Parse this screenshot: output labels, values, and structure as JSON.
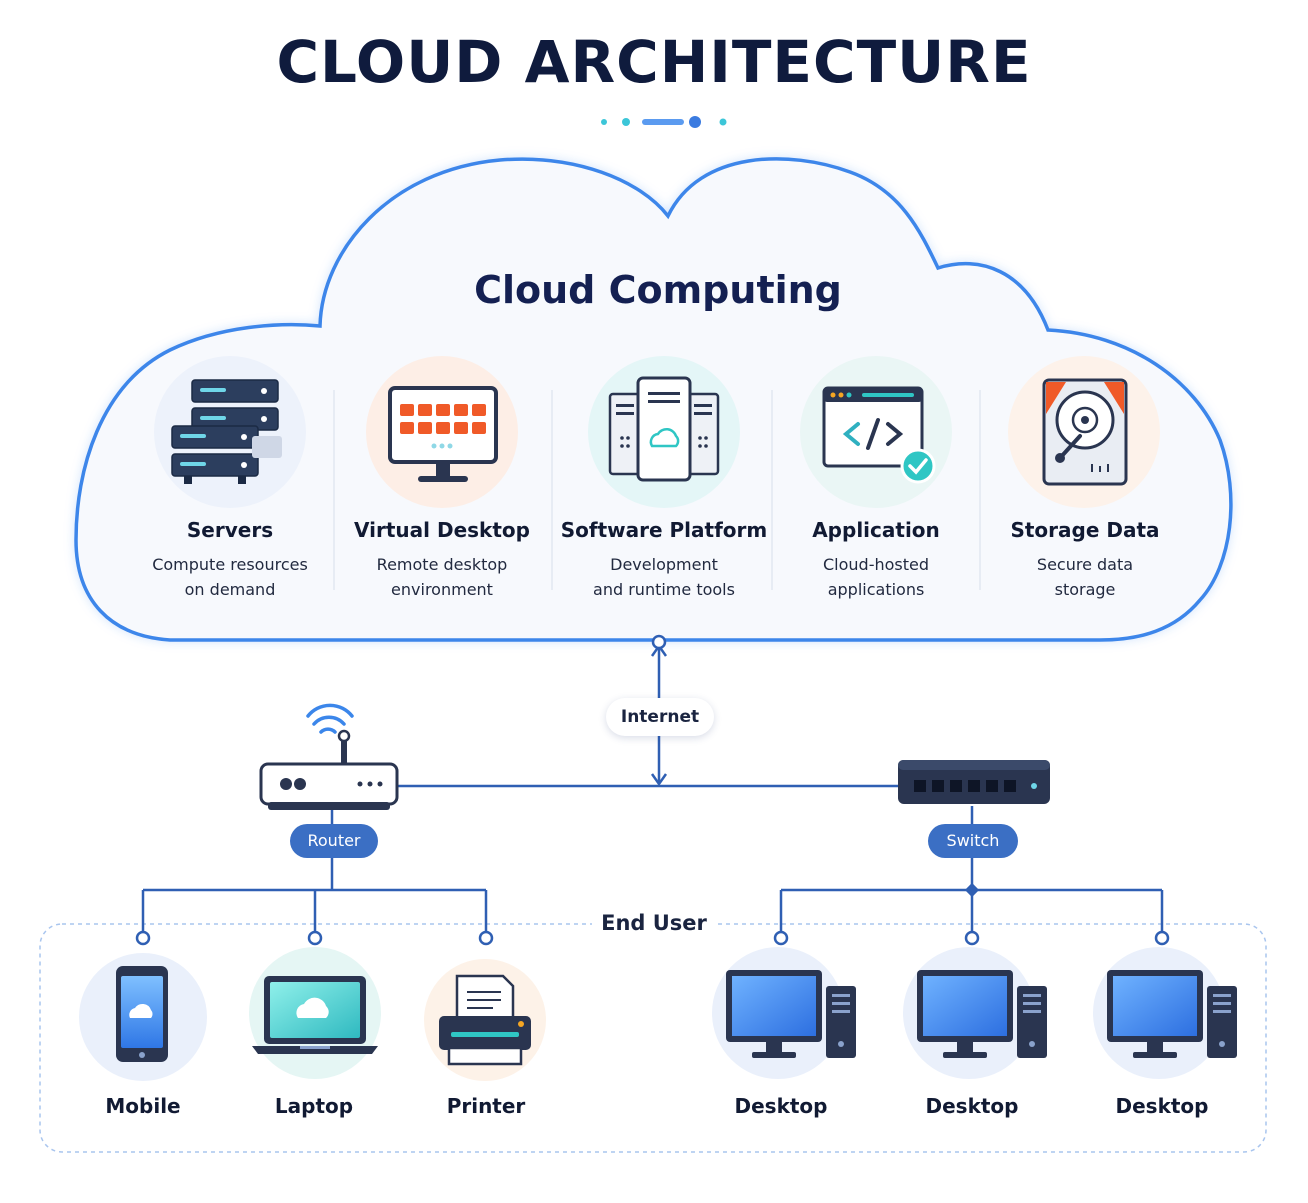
{
  "title": "CLOUD ARCHITECTURE",
  "cloud": {
    "title": "Cloud Computing",
    "services": [
      {
        "name": "Servers",
        "desc1": "Compute resources",
        "desc2": "on demand",
        "icon": "server-rack-icon"
      },
      {
        "name": "Virtual Desktop",
        "desc1": "Remote desktop",
        "desc2": "environment",
        "icon": "monitor-grid-icon"
      },
      {
        "name": "Software Platform",
        "desc1": "Development",
        "desc2": "and runtime tools",
        "icon": "platform-towers-icon"
      },
      {
        "name": "Application",
        "desc1": "Cloud-hosted",
        "desc2": "applications",
        "icon": "code-window-icon"
      },
      {
        "name": "Storage Data",
        "desc1": "Secure data",
        "desc2": "storage",
        "icon": "hard-drive-icon"
      }
    ]
  },
  "connection": {
    "internet_label": "Internet"
  },
  "network": {
    "router_label": "Router",
    "switch_label": "Switch"
  },
  "end_user": {
    "label": "End User",
    "router_devices": [
      {
        "label": "Mobile",
        "icon": "mobile-phone-icon"
      },
      {
        "label": "Laptop",
        "icon": "laptop-icon"
      },
      {
        "label": "Printer",
        "icon": "printer-icon"
      }
    ],
    "switch_devices": [
      {
        "label": "Desktop",
        "icon": "desktop-computer-icon"
      },
      {
        "label": "Desktop",
        "icon": "desktop-computer-icon"
      },
      {
        "label": "Desktop",
        "icon": "desktop-computer-icon"
      }
    ]
  },
  "colors": {
    "navy": "#0f1b3d",
    "accent_blue": "#3b7be0",
    "pill_blue": "#3b6fc4",
    "line_blue": "#2f5fb3",
    "teal": "#2fc6c4",
    "orange": "#f05a28"
  }
}
